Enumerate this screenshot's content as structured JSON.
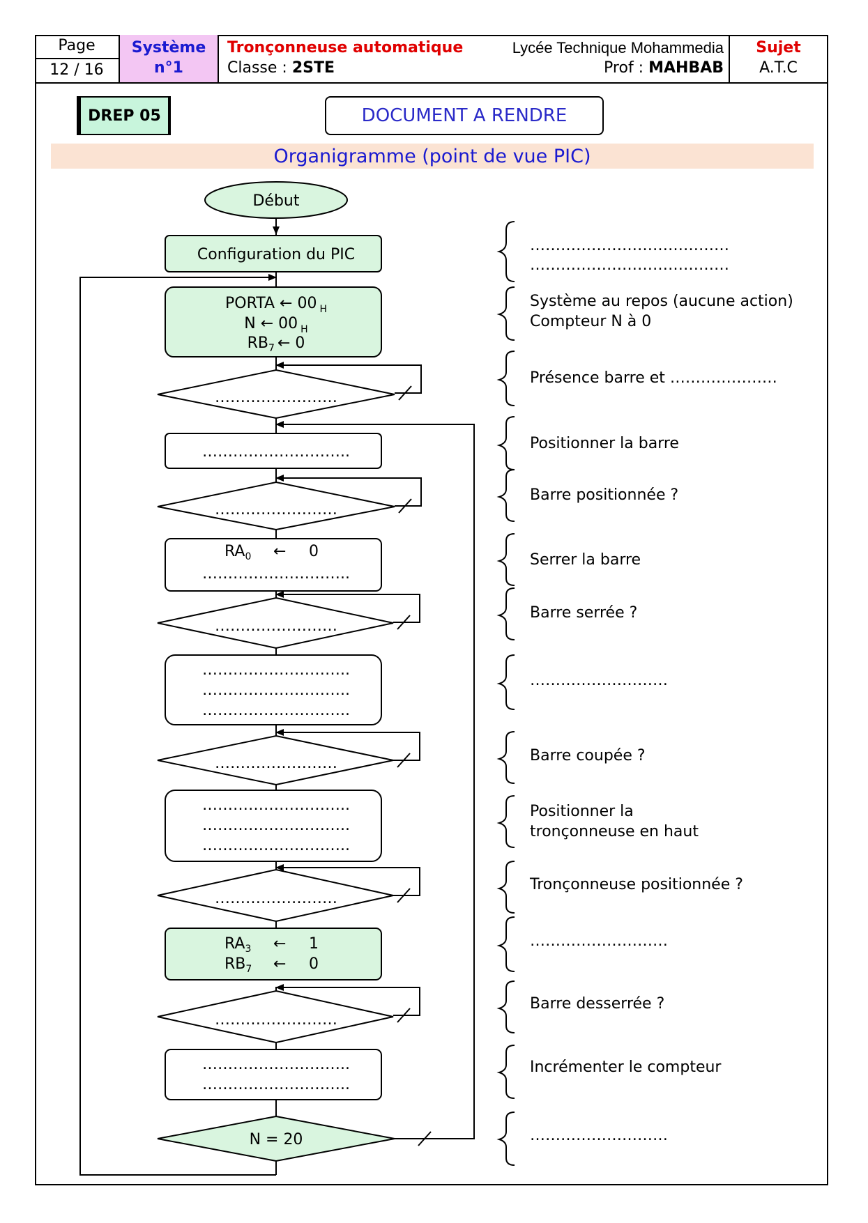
{
  "header": {
    "page_label": "Page",
    "page_number": "12 / 16",
    "system_label": "Système",
    "system_number": "n°1",
    "title": "Tronçonneuse automatique",
    "class_label": "Classe : ",
    "class_value": "2STE",
    "school": "Lycée Technique Mohammedia",
    "prof_label": "Prof : ",
    "prof_value": "MAHBAB",
    "subject_label": "Sujet",
    "subject_value": "A.T.C"
  },
  "drep_label": "DREP 05",
  "doc_title": "DOCUMENT A RENDRE",
  "section_title": "Organigramme (point de vue PIC)",
  "colors": {
    "green_fill": "#d9f5df",
    "band": "#fbe3d3",
    "title_blue": "#1a1ad0",
    "title_red": "#e00000"
  },
  "flowchart": {
    "start": "Début",
    "config": "Configuration du PIC",
    "init_lines": [
      "PORTA ← 00",
      "N ← 00",
      "RB",
      "← 0"
    ],
    "init_sub": "H",
    "init_rb_sub": "7",
    "dots_short": "……………………",
    "dots_long": "………………………..",
    "ra0": "RA",
    "ra0_sub": "0",
    "arrow": "←",
    "zero": "0",
    "one": "1",
    "ra3": "RA",
    "ra3_sub": "3",
    "rb7": "RB",
    "rb7_sub": "7",
    "final_test": "N = 20"
  },
  "notes": {
    "n1": "…………………………………",
    "n2": "Système au repos (aucune action)",
    "n2b": "Compteur N à 0",
    "n3": "Présence barre et …………………",
    "n4": "Positionner la barre",
    "n5": "Barre positionnée ?",
    "n6": "Serrer la barre",
    "n7": "Barre serrée ?",
    "n8": "………………………",
    "n9": "Barre coupée ?",
    "n10a": "Positionner la",
    "n10b": "tronçonneuse en haut",
    "n11": "Tronçonneuse positionnée ?",
    "n12": "………………………",
    "n13": "Barre desserrée ?",
    "n14": "Incrémenter  le compteur",
    "n15": "………………………"
  }
}
